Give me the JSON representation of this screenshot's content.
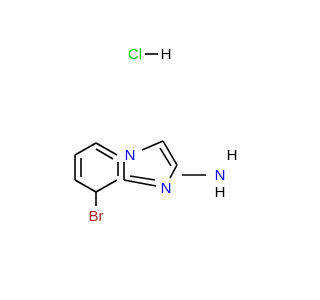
{
  "diagram": {
    "kind": "chemical-structure",
    "compound": "8-bromoimidazo[1,2-a]pyridin-2-amine hydrochloride",
    "labels": {
      "hcl_cl": "Cl",
      "hcl_h": "H",
      "ring_n_bridgehead": "N",
      "ring_n_imine": "N",
      "amine_n": "N",
      "amine_h": "H",
      "bromine": "Br"
    },
    "colors": {
      "bond": "#000000",
      "nitrogen": "#0000ff",
      "chlorine": "#00c000",
      "bromine": "#a52a2a",
      "hydrogen": "#000000"
    }
  }
}
